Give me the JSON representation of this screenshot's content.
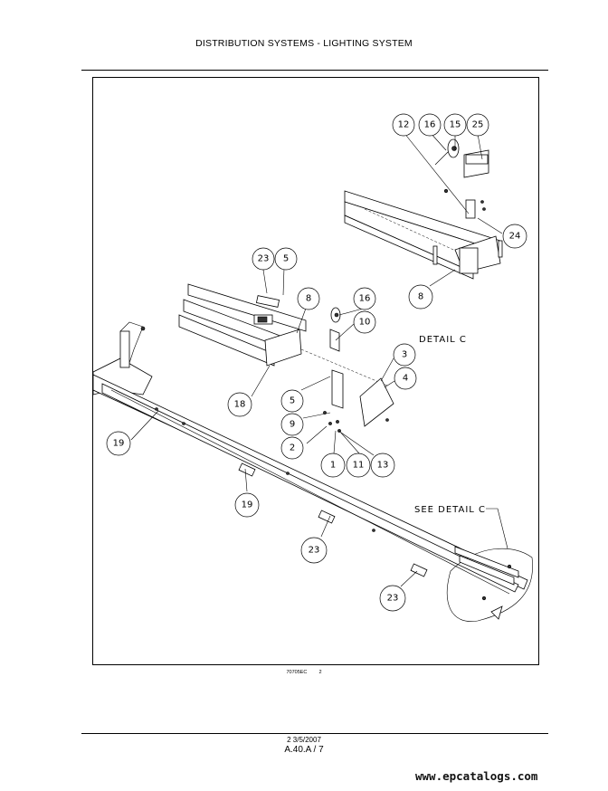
{
  "header": {
    "title": "DISTRIBUTION SYSTEMS - LIGHTING SYSTEM"
  },
  "figure": {
    "detail_label": "DETAIL C",
    "see_detail_label": "SEE DETAIL C",
    "figure_id": "70705EC",
    "figure_index": "2",
    "callouts": [
      "12",
      "16",
      "15",
      "25",
      "24",
      "8",
      "23",
      "5",
      "8",
      "16",
      "10",
      "3",
      "4",
      "18",
      "5",
      "9",
      "2",
      "1",
      "11",
      "13",
      "19",
      "19",
      "23",
      "23"
    ]
  },
  "footer": {
    "date": "2 3/5/2007",
    "page": "A.40.A / 7"
  },
  "watermark": "www.epcatalogs.com"
}
